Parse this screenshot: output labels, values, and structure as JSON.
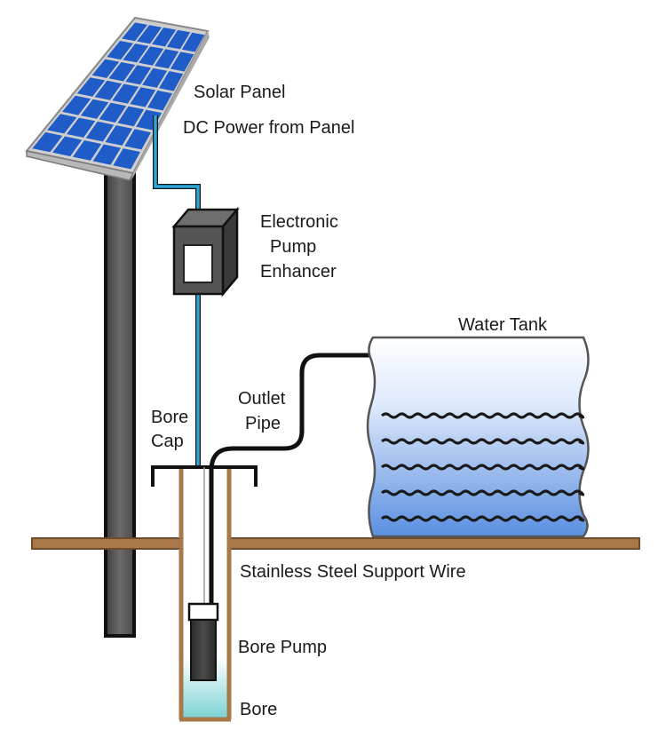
{
  "labels": {
    "solar_panel": "Solar Panel",
    "dc_power": "DC Power from Panel",
    "enhancer_line1": "Electronic",
    "enhancer_line2": "Pump",
    "enhancer_line3": "Enhancer",
    "water_tank": "Water Tank",
    "outlet_line1": "Outlet",
    "outlet_line2": "Pipe",
    "bore_cap_line1": "Bore",
    "bore_cap_line2": "Cap",
    "support_wire": "Stainless Steel Support Wire",
    "bore_pump": "Bore Pump",
    "bore": "Bore"
  },
  "colors": {
    "ground": "#a97848",
    "ground_dark": "#6e4b2a",
    "cable": "#2ba8d8",
    "pipe": "#111111",
    "pole_fill": "#5a5a5a",
    "panel_cell": "#1f5cc8",
    "panel_frame": "#dcdcdc",
    "enhancer_body": "#555555",
    "water_top": "#ffffff",
    "water_bottom": "#5a8fe0",
    "bore_water": "#7ed3d6"
  }
}
